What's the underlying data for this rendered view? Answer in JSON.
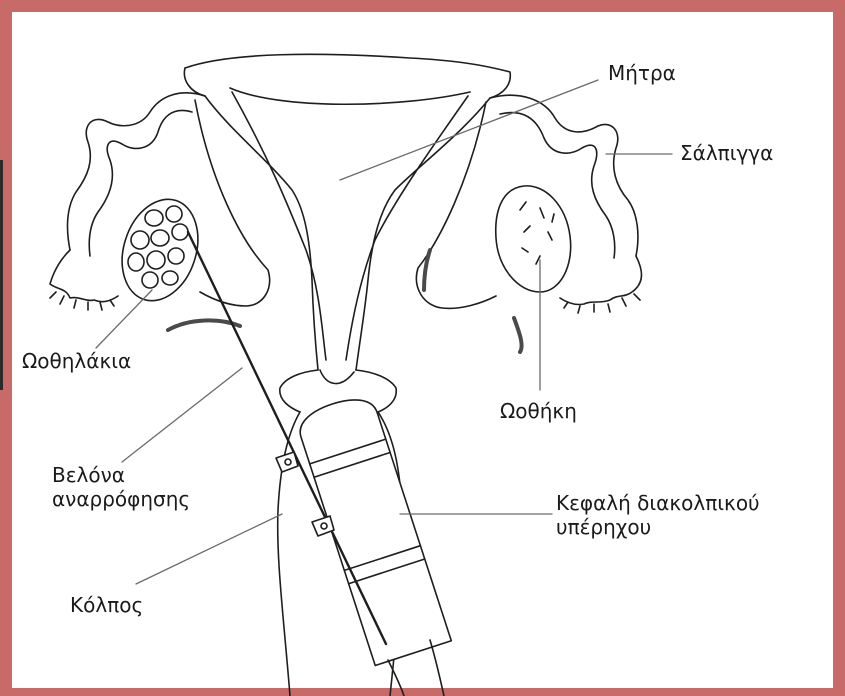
{
  "labels": {
    "uterus": "Μήτρα",
    "fallopian_tube": "Σάλπιγγα",
    "follicles": "Ωοθηλάκια",
    "ovary": "Ωοθήκη",
    "needle_line1": "Βελόνα",
    "needle_line2": "αναρρόφησης",
    "probe_line1": "Κεφαλή διακολπικού",
    "probe_line2": "υπέρηχου",
    "vagina": "Κόλπος"
  },
  "colors": {
    "border": "#c86b68",
    "ink": "#1b1b1b",
    "background": "#ffffff"
  }
}
